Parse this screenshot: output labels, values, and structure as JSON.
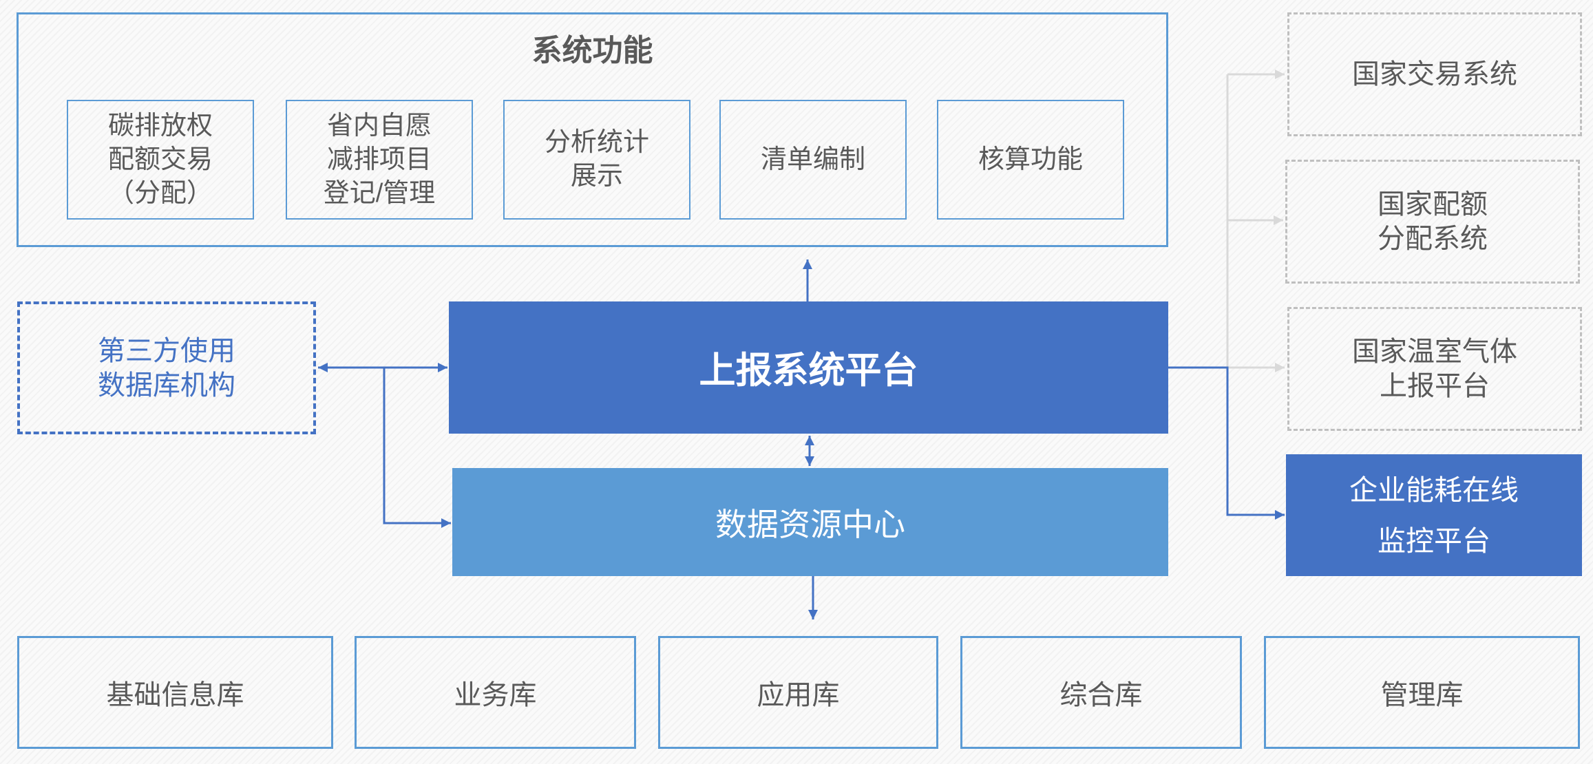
{
  "system_functions": {
    "title": "系统功能",
    "items": [
      {
        "lines": [
          "碳排放权",
          "配额交易",
          "（分配）"
        ]
      },
      {
        "lines": [
          "省内自愿",
          "减排项目",
          "登记/管理"
        ]
      },
      {
        "lines": [
          "分析统计",
          "展示"
        ]
      },
      {
        "lines": [
          "清单编制"
        ]
      },
      {
        "lines": [
          "核算功能"
        ]
      }
    ]
  },
  "third_party": {
    "lines": [
      "第三方使用",
      "数据库机构"
    ]
  },
  "main_platform": {
    "label": "上报系统平台"
  },
  "data_center": {
    "label": "数据资源中心"
  },
  "databases": [
    "基础信息库",
    "业务库",
    "应用库",
    "综合库",
    "管理库"
  ],
  "national_systems": [
    {
      "lines": [
        "国家交易系统"
      ]
    },
    {
      "lines": [
        "国家配额",
        "分配系统"
      ]
    },
    {
      "lines": [
        "国家温室气体",
        "上报平台"
      ]
    }
  ],
  "enterprise_platform": {
    "lines": [
      "企业能耗在线",
      "监控平台"
    ]
  },
  "colors": {
    "primary": "#4472C4",
    "secondary": "#5B9BD5",
    "text": "#595959",
    "muted_border": "#BFBFBF",
    "muted_arrow": "#D9D9D9"
  }
}
